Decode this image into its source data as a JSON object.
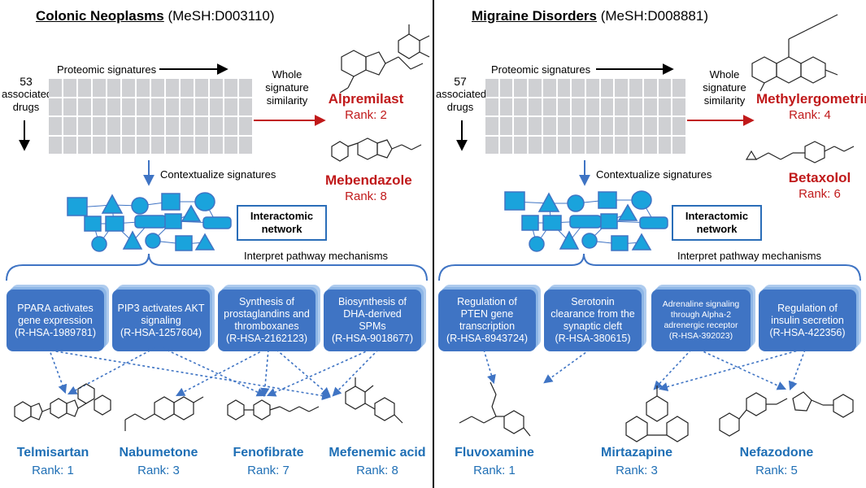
{
  "left": {
    "title_disease": "Colonic Neoplasms",
    "title_mesh": " (MeSH:D003110)",
    "proteomic_label": "Proteomic signatures",
    "drug_count": "53",
    "drug_count_label": "associated\ndrugs",
    "whole_sig_label": "Whole\nsignature\nsimilarity",
    "contextualize_label": "Contextualize signatures",
    "interactome_label": "Interactomic\nnetwork",
    "interpret_label": "Interpret pathway mechanisms",
    "top_drugs": [
      {
        "name": "Alpremilast",
        "rank": "Rank: 2"
      },
      {
        "name": "Mebendazole",
        "rank": "Rank: 8"
      }
    ],
    "pathways": [
      {
        "text": "PPARA activates\ngene expression\n(R-HSA-1989781)"
      },
      {
        "text": "PIP3 activates AKT\nsignaling\n(R-HSA-1257604)"
      },
      {
        "text": "Synthesis of\nprostaglandins and\nthromboxanes\n(R-HSA-2162123)"
      },
      {
        "text": "Biosynthesis of\nDHA-derived\nSPMs\n(R-HSA-9018677)"
      }
    ],
    "bottom_drugs": [
      {
        "name": "Telmisartan",
        "rank": "Rank: 1"
      },
      {
        "name": "Nabumetone",
        "rank": "Rank: 3"
      },
      {
        "name": "Fenofibrate",
        "rank": "Rank: 7"
      },
      {
        "name": "Mefenemic acid",
        "rank": "Rank: 8"
      }
    ]
  },
  "right": {
    "title_disease": "Migraine Disorders",
    "title_mesh": " (MeSH:D008881)",
    "proteomic_label": "Proteomic signatures",
    "drug_count": "57",
    "drug_count_label": "associated\ndrugs",
    "whole_sig_label": "Whole\nsignature\nsimilarity",
    "contextualize_label": "Contextualize signatures",
    "interactome_label": "Interactomic\nnetwork",
    "interpret_label": "Interpret pathway mechanisms",
    "top_drugs": [
      {
        "name": "Methylergometrine",
        "rank": "Rank: 4"
      },
      {
        "name": "Betaxolol",
        "rank": "Rank: 6"
      }
    ],
    "pathways": [
      {
        "text": "Regulation of\nPTEN gene\ntranscription\n(R-HSA-8943724)"
      },
      {
        "text": "Serotonin\nclearance from the\nsynaptic cleft\n(R-HSA-380615)"
      },
      {
        "text": "Adrenaline signaling\nthrough Alpha-2\nadrenergic receptor\n(R-HSA-392023)"
      },
      {
        "text": "Regulation of\ninsulin secretion\n(R-HSA-422356)"
      }
    ],
    "bottom_drugs": [
      {
        "name": "Fluvoxamine",
        "rank": "Rank: 1"
      },
      {
        "name": "Mirtazapine",
        "rank": "Rank: 3"
      },
      {
        "name": "Nefazodone",
        "rank": "Rank: 5"
      }
    ]
  },
  "colors": {
    "accent_blue": "#3f74c4",
    "shape_blue": "#1aa3dc",
    "rank_red": "#c0191a",
    "rank_blue": "#1f6fb5",
    "grid_gray": "#cfd0d3"
  }
}
